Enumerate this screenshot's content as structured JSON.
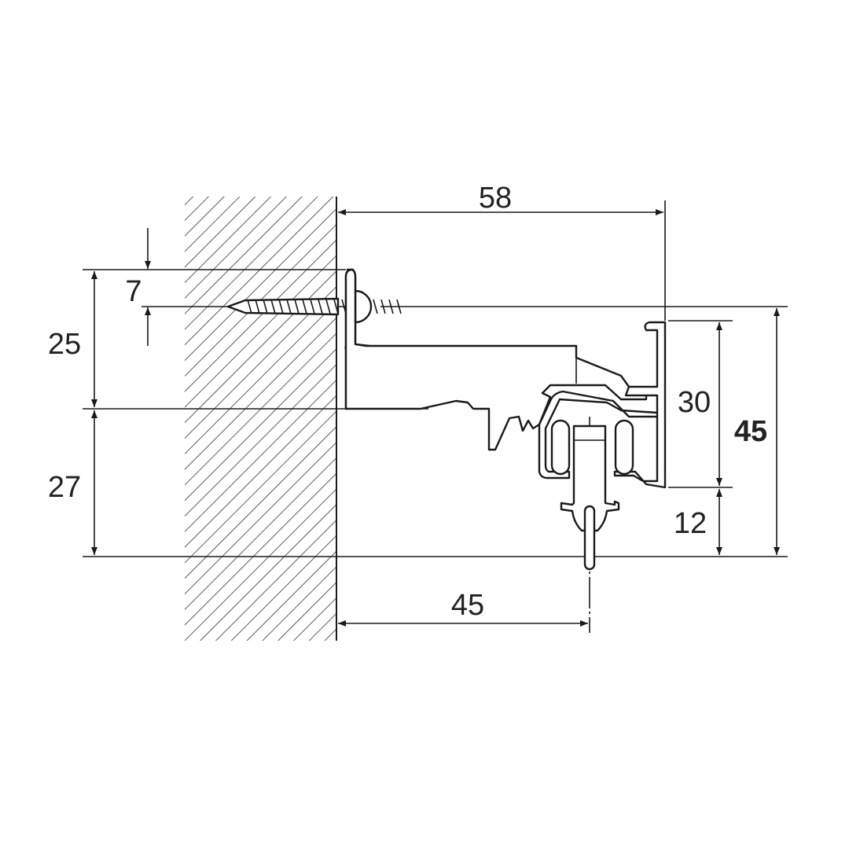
{
  "diagram": {
    "type": "technical cross-section drawing: wall-mounted curtain track bracket",
    "colors": {
      "line": "#1a1a1a",
      "background": "#ffffff"
    },
    "dimensions": {
      "bracket_projection": "58",
      "screw_offset": "7",
      "upper_height": "25",
      "lower_height": "27",
      "rail_height": "30",
      "total_height": "45",
      "runner_drop": "12",
      "runner_center_offset": "45"
    }
  }
}
